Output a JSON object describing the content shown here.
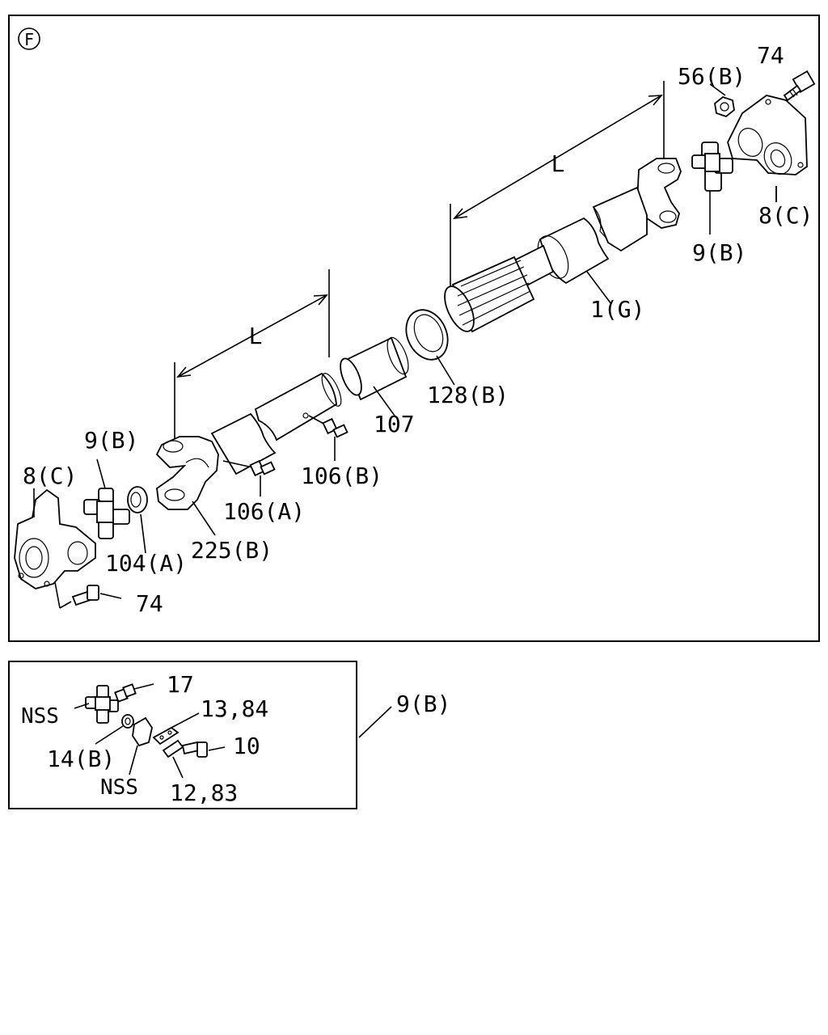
{
  "section_marker": "F",
  "dimension_label": "L",
  "main_labels": {
    "p74_top": "74",
    "p56b": "56(B)",
    "p8c_right": "8(C)",
    "p9b_right": "9(B)",
    "p1g": "1(G)",
    "p128b": "128(B)",
    "p107": "107",
    "p106b": "106(B)",
    "p106a": "106(A)",
    "p225b": "225(B)",
    "p104a": "104(A)",
    "p9b_left": "9(B)",
    "p8c_left": "8(C)",
    "p74_bottom": "74"
  },
  "inset_labels": {
    "p17": "17",
    "pnss_top": "NSS",
    "p13_84": "13,84",
    "p10": "10",
    "p14b": "14(B)",
    "pnss_bottom": "NSS",
    "p12_83": "12,83"
  },
  "inset_callout": "9(B)"
}
